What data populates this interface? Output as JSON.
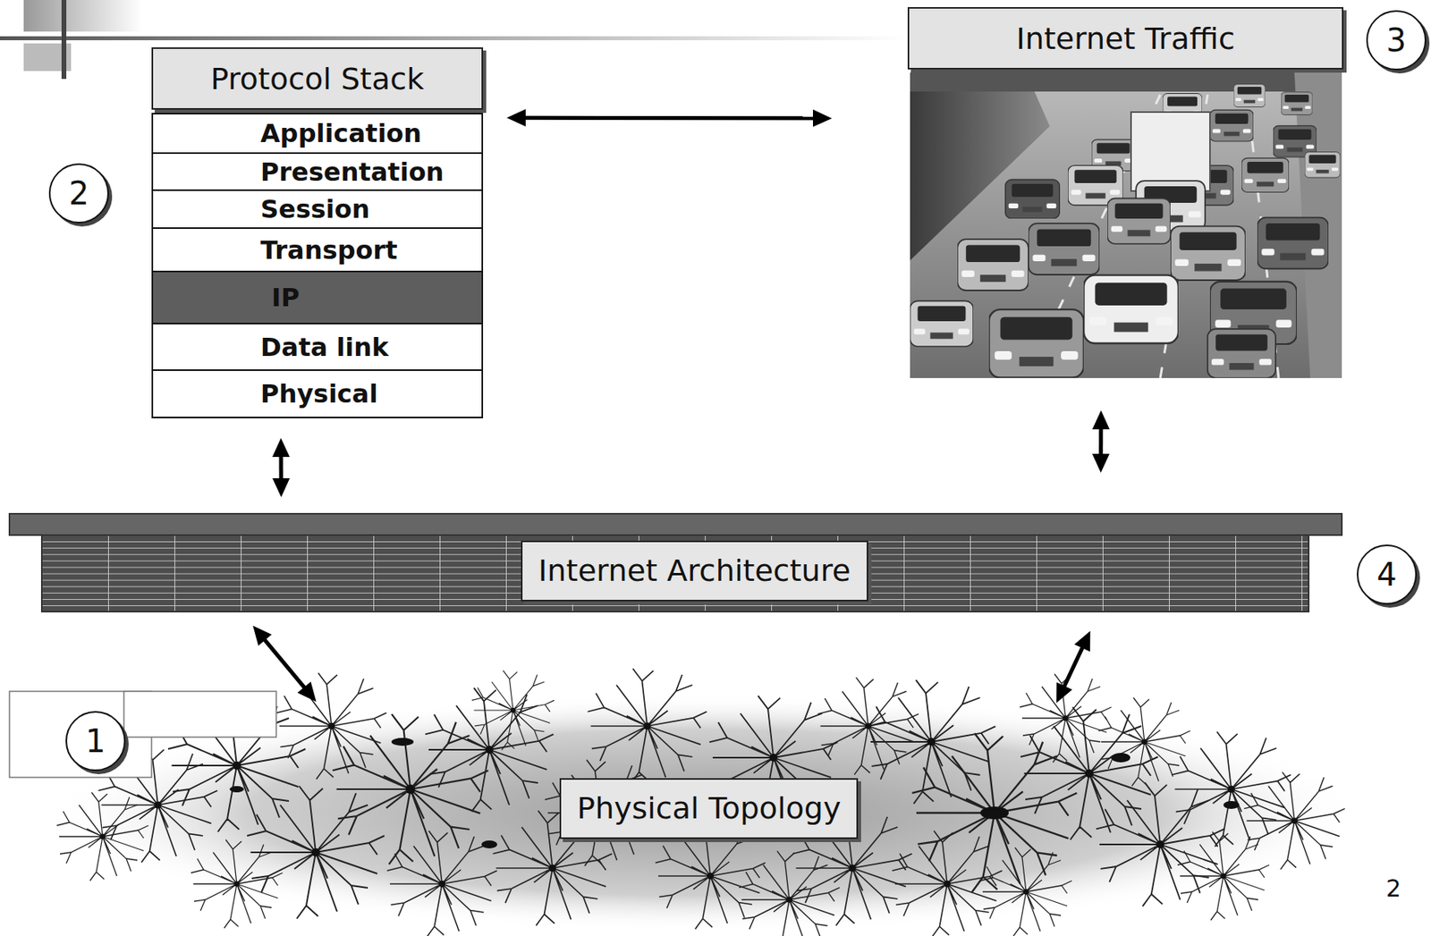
{
  "diagram": {
    "nodes": [
      {
        "text": [
          "Protocol Stack"
        ]
      },
      {
        "text": [
          "Application"
        ],
        "in": 0
      },
      {
        "text": [
          "Presentation"
        ],
        "in": 0
      },
      {
        "text": [
          "Session"
        ],
        "in": 0
      },
      {
        "text": [
          "Transport"
        ],
        "in": 0
      },
      {
        "text": [
          "IP"
        ],
        "in": 0
      },
      {
        "text": [
          "Data link"
        ],
        "in": 0
      },
      {
        "text": [
          "Physical"
        ],
        "in": 0
      },
      {
        "text": [
          "Internet Traffic"
        ]
      },
      {
        "text": [
          "Internet Architecture"
        ]
      },
      {
        "text": [
          "Physical Topology"
        ]
      }
    ],
    "edges": [
      {
        "from": 0,
        "to": 8,
        "arrow": "both"
      },
      {
        "from": 0,
        "to": 9,
        "arrow": "both"
      },
      {
        "from": 8,
        "to": 9,
        "arrow": "both"
      },
      {
        "from": 9,
        "to": 10,
        "arrow": "both"
      },
      {
        "from": 9,
        "to": 10,
        "arrow": "both"
      }
    ],
    "labels": [
      "1",
      "2",
      "3",
      "4",
      "2"
    ]
  }
}
